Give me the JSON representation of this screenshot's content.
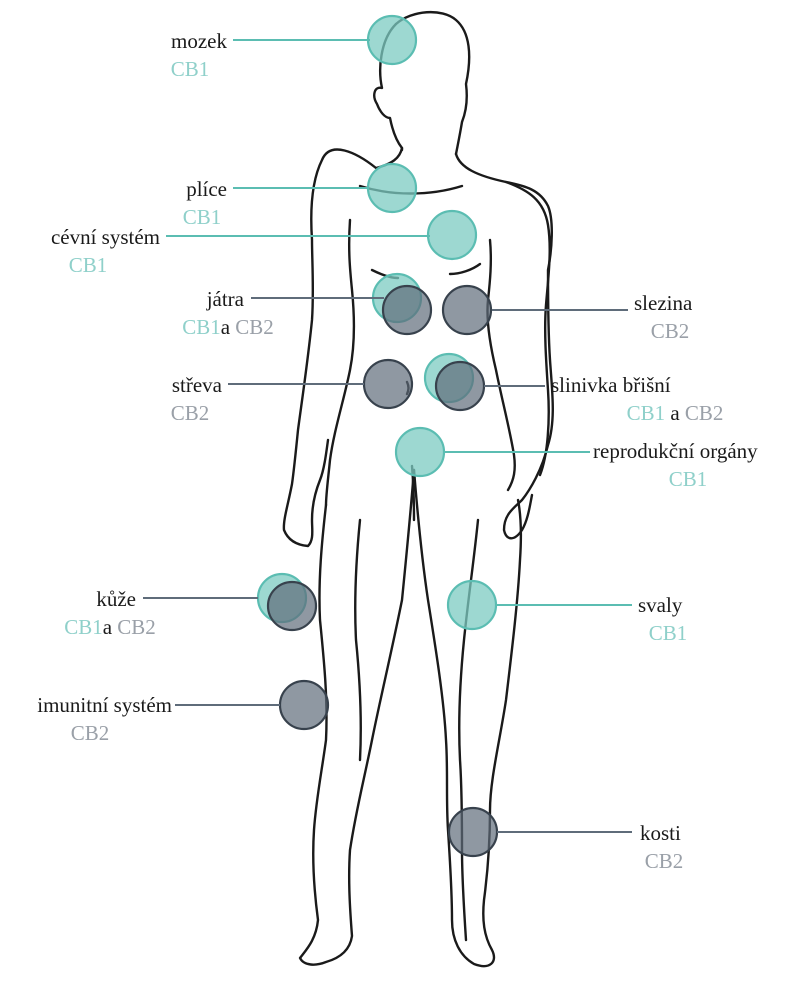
{
  "colors": {
    "cb1_fill": "#7ccbc2",
    "cb1_stroke": "#5bbdb2",
    "cb2_fill": "#5f6c7a",
    "cb2_stroke": "#38424d",
    "cb1_text": "#8fd0ca",
    "cb2_text": "#9aa0a8",
    "outline": "#1a1a1a"
  },
  "conjunction": "a",
  "organs": [
    {
      "id": "brain",
      "name": "mozek",
      "receptors": [
        "CB1"
      ]
    },
    {
      "id": "lungs",
      "name": "plíce",
      "receptors": [
        "CB1"
      ]
    },
    {
      "id": "vascular",
      "name": "cévní systém",
      "receptors": [
        "CB1"
      ]
    },
    {
      "id": "liver",
      "name": "játra",
      "receptors": [
        "CB1",
        "CB2"
      ]
    },
    {
      "id": "spleen",
      "name": "slezina",
      "receptors": [
        "CB2"
      ]
    },
    {
      "id": "intestines",
      "name": "střeva",
      "receptors": [
        "CB2"
      ]
    },
    {
      "id": "pancreas",
      "name": "slinivka břišní",
      "receptors": [
        "CB1",
        "CB2"
      ]
    },
    {
      "id": "reproductive",
      "name": "reprodukční orgány",
      "receptors": [
        "CB1"
      ]
    },
    {
      "id": "skin",
      "name": "kůže",
      "receptors": [
        "CB1",
        "CB2"
      ]
    },
    {
      "id": "muscles",
      "name": "svaly",
      "receptors": [
        "CB1"
      ]
    },
    {
      "id": "immune",
      "name": "imunitní systém",
      "receptors": [
        "CB2"
      ]
    },
    {
      "id": "bones",
      "name": "kosti",
      "receptors": [
        "CB2"
      ]
    }
  ]
}
